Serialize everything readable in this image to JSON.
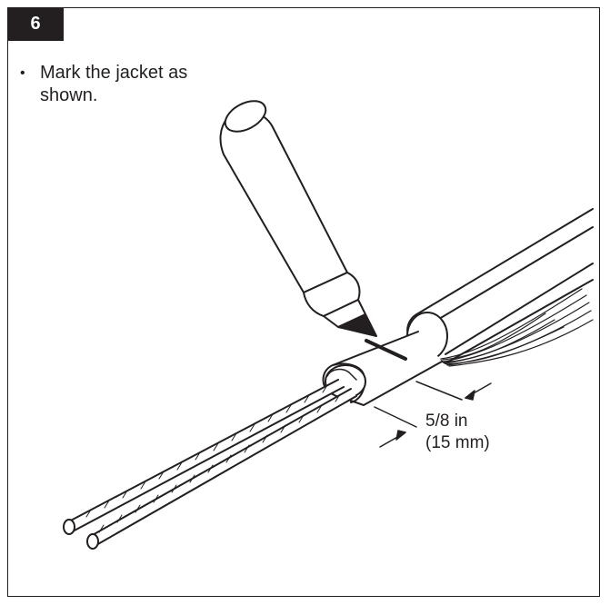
{
  "step": {
    "number": "6"
  },
  "instruction": {
    "bullet": "•",
    "text": "Mark the jacket as shown."
  },
  "dimension": {
    "imperial": "5/8 in",
    "metric": "(15 mm)"
  },
  "colors": {
    "ink": "#231f20",
    "paper": "#ffffff"
  }
}
